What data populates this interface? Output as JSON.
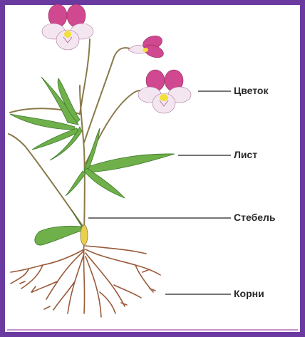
{
  "labels": {
    "flower": "Цветок",
    "leaf": "Лист",
    "stem": "Стебель",
    "roots": "Корни"
  },
  "colors": {
    "frame": "#6a3aa0",
    "petal_pink": "#d04890",
    "petal_light": "#f3e6f0",
    "flower_center": "#f2df3a",
    "leaf": "#6fb04a",
    "leaf_dark": "#3f7a2c",
    "stem": "#8a7a4a",
    "root": "#9a5a3a",
    "leader_line": "#222222"
  }
}
